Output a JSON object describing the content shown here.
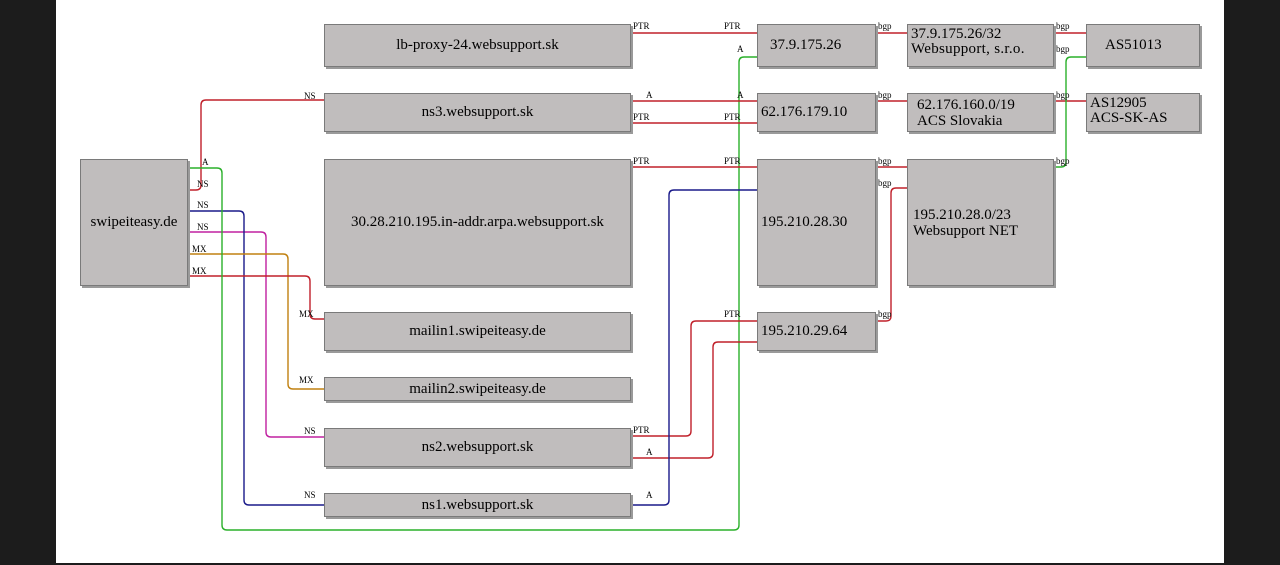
{
  "colors": {
    "ptr": "#c0202a",
    "a": "#2ab02a",
    "ns_red": "#c0202a",
    "ns_blue": "#1a1a8a",
    "ns_magenta": "#c020a0",
    "mx_orange": "#c08010",
    "mx_red": "#c0202a",
    "bgp": "#c0202a",
    "bgp_green": "#2ab02a",
    "a_blue": "#1a1a8a"
  },
  "nodes": {
    "domain": "swipeiteasy.de",
    "lb_proxy": "lb-proxy-24.websupport.sk",
    "ns3": "ns3.websupport.sk",
    "inaddr": "30.28.210.195.in-addr.arpa.websupport.sk",
    "mailin1": "mailin1.swipeiteasy.de",
    "mailin2": "mailin2.swipeiteasy.de",
    "ns2": "ns2.websupport.sk",
    "ns1": "ns1.websupport.sk",
    "ip1": "37.9.175.26",
    "ip2": "62.176.179.10",
    "ip3": "195.210.28.30",
    "ip4": "195.210.29.64",
    "net1_line1": "37.9.175.26/32",
    "net1_line2": "Websupport, s.r.o.",
    "net2_line1": "62.176.160.0/19",
    "net2_line2": "ACS Slovakia",
    "net3_line1": "195.210.28.0/23",
    "net3_line2": "Websupport NET",
    "as1": "AS51013",
    "as2_line1": "AS12905",
    "as2_line2": "ACS-SK-AS"
  },
  "labels": {
    "ns": "NS",
    "mx": "MX",
    "a": "A",
    "ptr": "PTR",
    "bgp": "bgp"
  }
}
